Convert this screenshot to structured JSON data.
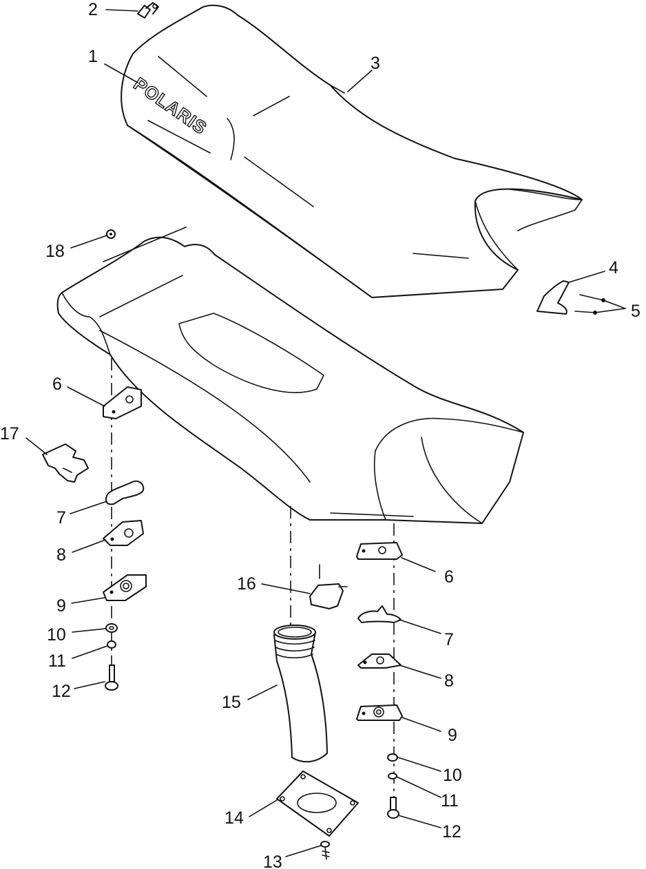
{
  "brand_text": "POLARIS",
  "callouts": [
    "1",
    "2",
    "3",
    "4",
    "5",
    "6",
    "7",
    "8",
    "9",
    "10",
    "11",
    "12",
    "13",
    "14",
    "15",
    "16",
    "17",
    "18"
  ],
  "colors": {
    "ink": "#111111",
    "paper": "#ffffff"
  }
}
